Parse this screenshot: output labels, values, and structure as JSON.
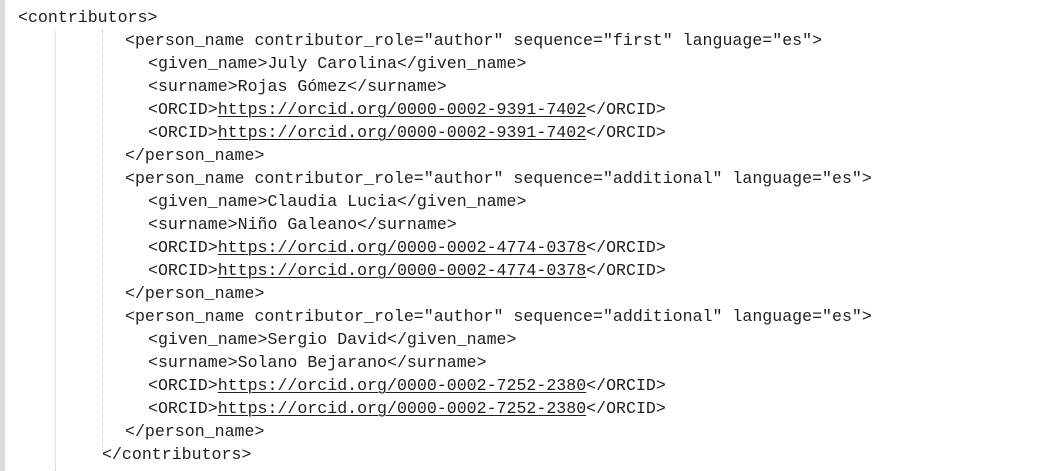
{
  "lines": [
    {
      "indent": 0,
      "text": "<contributors>"
    },
    {
      "indent": 1,
      "text": "<person_name contributor_role=\"author\" sequence=\"first\" language=\"es\">"
    },
    {
      "indent": 2,
      "text": "<given_name>July Carolina</given_name>"
    },
    {
      "indent": 2,
      "text": "<surname>Rojas Gómez</surname>"
    },
    {
      "indent": 2,
      "pre": "<ORCID>",
      "link": "https://orcid.org/0000-0002-9391-7402",
      "post": "</ORCID>"
    },
    {
      "indent": 2,
      "pre": "<ORCID>",
      "link": "https://orcid.org/0000-0002-9391-7402",
      "post": "</ORCID>"
    },
    {
      "indent": 1,
      "text": "</person_name>"
    },
    {
      "indent": 1,
      "text": "<person_name contributor_role=\"author\" sequence=\"additional\" language=\"es\">"
    },
    {
      "indent": 2,
      "text": "<given_name>Claudia Lucia</given_name>"
    },
    {
      "indent": 2,
      "text": "<surname>Niño Galeano</surname>"
    },
    {
      "indent": 2,
      "pre": "<ORCID>",
      "link": "https://orcid.org/0000-0002-4774-0378",
      "post": "</ORCID>"
    },
    {
      "indent": 2,
      "pre": "<ORCID>",
      "link": "https://orcid.org/0000-0002-4774-0378",
      "post": "</ORCID>"
    },
    {
      "indent": 1,
      "text": "</person_name>"
    },
    {
      "indent": 1,
      "text": "<person_name contributor_role=\"author\" sequence=\"additional\" language=\"es\">"
    },
    {
      "indent": 2,
      "text": "<given_name>Sergio David</given_name>"
    },
    {
      "indent": 2,
      "text": "<surname>Solano Bejarano</surname>"
    },
    {
      "indent": 2,
      "pre": "<ORCID>",
      "link": "https://orcid.org/0000-0002-7252-2380",
      "post": "</ORCID>"
    },
    {
      "indent": 2,
      "pre": "<ORCID>",
      "link": "https://orcid.org/0000-0002-7252-2380",
      "post": "</ORCID>"
    },
    {
      "indent": 1,
      "text": "</person_name>"
    },
    {
      "indent": 0.75,
      "text": "</contributors>"
    }
  ]
}
